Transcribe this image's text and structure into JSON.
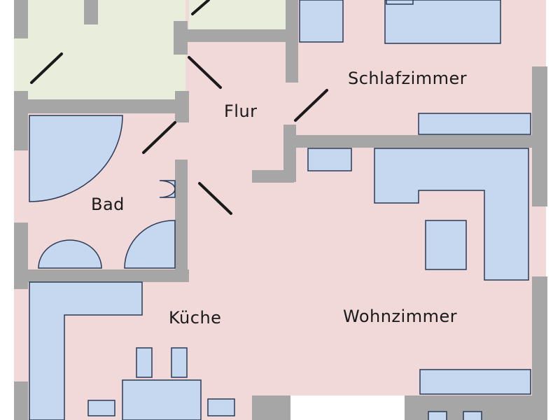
{
  "rooms": {
    "schlafzimmer": "Schlafzimmer",
    "flur": "Flur",
    "bad": "Bad",
    "kueche": "Küche",
    "wohnzimmer": "Wohnzimmer"
  },
  "colors": {
    "floor": "#f2d9d9",
    "entry_floor": "#e8eedb",
    "wall": "#a6a6a6",
    "furniture_fill": "#c6d7f0",
    "furniture_stroke": "#2b3a55",
    "door_line": "#1a1a1a",
    "background": "#ffffff"
  }
}
